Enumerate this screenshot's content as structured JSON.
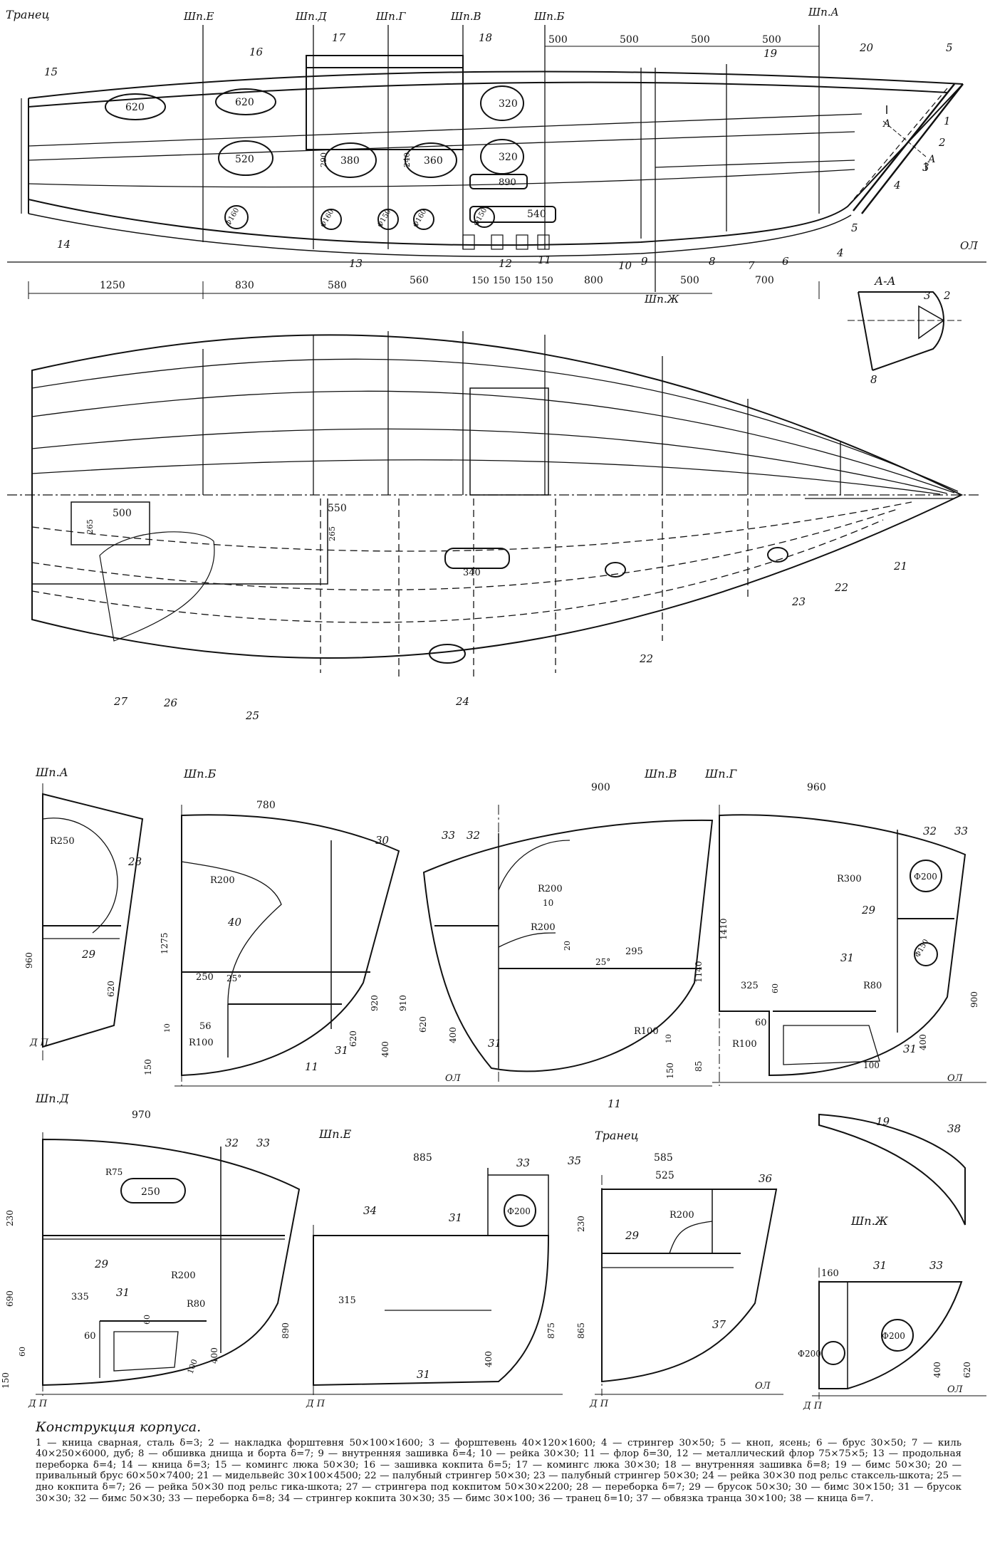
{
  "profile": {
    "transom_label": "Транец",
    "frames": [
      "Шп.Е",
      "Шп.Д",
      "Шп.Г",
      "Шп.В",
      "Шп.Б",
      "Шп.А"
    ],
    "frame_zh": "Шп.Ж",
    "top_dims": [
      "500",
      "500",
      "500",
      "500"
    ],
    "bottom_dims": [
      "1250",
      "830",
      "580",
      "560",
      "150",
      "150",
      "150",
      "150",
      "800",
      "500",
      "700"
    ],
    "hatches": [
      "620",
      "620",
      "520",
      "380",
      "360",
      "320",
      "320",
      "290",
      "240",
      "540",
      "890"
    ],
    "circles": [
      "Ф160",
      "Ф160",
      "Ф150",
      "Ф160",
      "Ф150"
    ],
    "part_numbers": [
      "15",
      "16",
      "17",
      "18",
      "19",
      "20",
      "5",
      "1",
      "2",
      "3",
      "4",
      "5",
      "4",
      "6",
      "7",
      "8",
      "9",
      "10",
      "11",
      "12",
      "13",
      "14"
    ],
    "section_mark": "А",
    "baseline": "ОЛ"
  },
  "section_aa": {
    "title": "А-А",
    "parts": [
      "3",
      "2",
      "8"
    ]
  },
  "plan": {
    "dims": [
      "500",
      "265",
      "550",
      "265",
      "340"
    ],
    "part_numbers": [
      "21",
      "22",
      "22",
      "23",
      "24",
      "25",
      "26",
      "27"
    ]
  },
  "sections": {
    "shp_a": {
      "title": "Шп.А",
      "dims": [
        "R250",
        "960",
        "620"
      ],
      "parts": [
        "28",
        "29"
      ],
      "dp": "Д П"
    },
    "shp_b": {
      "title": "Шп.Б",
      "dims": [
        "780",
        "R200",
        "1275",
        "920",
        "910",
        "620",
        "400",
        "250",
        "25°",
        "56",
        "R100",
        "10",
        "150"
      ],
      "parts": [
        "30",
        "40",
        "31",
        "11"
      ]
    },
    "shp_v": {
      "title": "Шп.В",
      "dims": [
        "900",
        "R200",
        "10",
        "R200",
        "20",
        "25°",
        "295",
        "1410",
        "1140",
        "620",
        "400",
        "R100",
        "10",
        "150"
      ],
      "parts": [
        "33",
        "32",
        "31",
        "11"
      ],
      "ol": "ОЛ"
    },
    "shp_g": {
      "title": "Шп.Г",
      "dims": [
        "960",
        "R300",
        "Ф200",
        "Ф150",
        "325",
        "60",
        "R80",
        "60",
        "R100",
        "85",
        "900",
        "400",
        "100"
      ],
      "parts": [
        "32",
        "33",
        "29",
        "31",
        "31"
      ],
      "ol": "ОЛ"
    },
    "shp_d": {
      "title": "Шп.Д",
      "dims": [
        "970",
        "R75",
        "250",
        "230",
        "690",
        "R200",
        "335",
        "60",
        "R80",
        "60",
        "890",
        "400",
        "60",
        "150",
        "100"
      ],
      "parts": [
        "32",
        "33",
        "29",
        "31"
      ],
      "dp": "Д П"
    },
    "shp_e": {
      "title": "Шп.Е",
      "dims": [
        "885",
        "Ф200",
        "315",
        "875",
        "400"
      ],
      "parts": [
        "33",
        "34",
        "31",
        "31"
      ],
      "dp": "Д П"
    },
    "tranec": {
      "title": "Транец",
      "dims": [
        "585",
        "525",
        "R200",
        "230",
        "865"
      ],
      "parts": [
        "35",
        "36",
        "29",
        "37"
      ],
      "dp": "Д П",
      "ol": "ОЛ"
    },
    "shp_zh": {
      "title": "Шп.Ж",
      "dims": [
        "160",
        "Ф200",
        "Ф200",
        "400",
        "620"
      ],
      "parts": [
        "19",
        "38",
        "31",
        "33"
      ],
      "dp": "Д П",
      "ol": "ОЛ"
    }
  },
  "caption": {
    "title": "Конструкция корпуса.",
    "text": "1 — кница сварная, сталь δ=3; 2 — накладка форштевня 50×100×1600; 3 — форштевень 40×120×1600; 4 — стрингер 30×50; 5 — кноп, ясень; 6 — брус 30×50; 7 — киль 40×250×6000, дуб; 8 — обшивка днища и борта δ=7; 9 — внутренняя зашивка δ=4; 10 — рейка 30×30; 11 — флор δ=30, 12 — металлический флор 75×75×5; 13 — продольная переборка δ=4; 14 — кница δ=3; 15 — комингс люка 50×30; 16 — зашивка кокпита δ=5; 17 — комингс люка 30×30; 18 — внутренняя зашивка δ=8; 19 — бимс 50×30; 20 — привальный брус 60×50×7400; 21 — мидельвейс 30×100×4500; 22 — палубный стрингер 50×30; 23 — палубный стрингер 50×30; 24 — рейка 30×30 под рельс стаксель-шкота; 25 — дно кокпита δ=7; 26 — рейка 50×30 под рельс гика-шкота; 27 — стрингера под кокпитом 50×30×2200; 28 — переборка δ=7; 29 — брусок 50×30; 30 — бимс 30×150; 31 — брусок 30×30; 32 — бимс 50×30; 33 — переборка δ=8; 34 — стрингер кокпита 30×30; 35 — бимс 30×100; 36 — транец δ=10; 37 — обвязка транца 30×100; 38 — кница δ=7."
  }
}
